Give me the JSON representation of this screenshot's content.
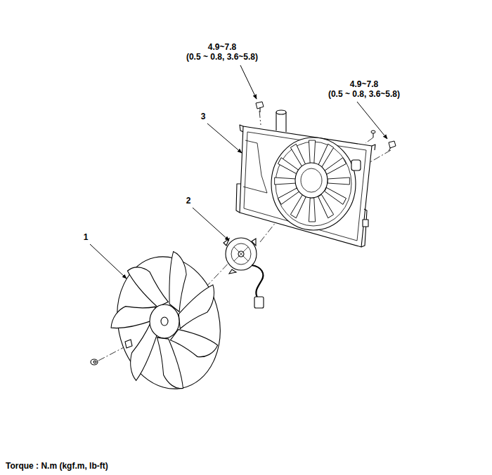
{
  "diagram": {
    "labels": [
      "4.9~7.8",
      "(0.5 ~ 0.8, 3.6~5.8)",
      "4.9~7.8",
      "(0.5 ~ 0.8, 3.6~5.8)",
      "3",
      "2",
      "1",
      "Torque : N.m (kgf.m, lb-ft)"
    ]
  }
}
